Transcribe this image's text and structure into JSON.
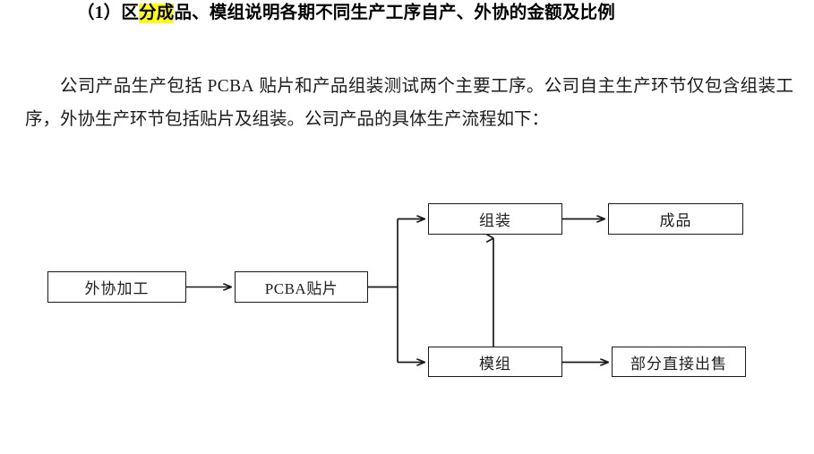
{
  "document": {
    "heading": {
      "prefix": "（1）区",
      "highlight": "分成",
      "suffix": "品、模组说明各期不同生产工序自产、外协的金额及比例",
      "highlight_color": "#ffff00"
    },
    "paragraph": {
      "segment_1": "公司产品生产包括 ",
      "latin_1": "PCBA",
      "segment_2": " 贴片和产品组装测试两个主要工序。公司自主生产环节仅包含组装工序，外协生产环节包括贴片及组装。公司产品的具体生产流程如下："
    }
  },
  "diagram": {
    "type": "flowchart",
    "line_color": "#1a1a1a",
    "nodes": [
      {
        "id": "waixie",
        "label": "外协加工"
      },
      {
        "id": "pcba",
        "label": "PCBA贴片"
      },
      {
        "id": "zuzhuang",
        "label": "组装"
      },
      {
        "id": "chengpin",
        "label": "成品"
      },
      {
        "id": "mozu",
        "label": "模组"
      },
      {
        "id": "chushou",
        "label": "部分直接出售"
      }
    ],
    "edges": [
      {
        "from": "waixie",
        "to": "pcba",
        "style": "arrow-right"
      },
      {
        "from": "pcba",
        "to": "zuzhuang",
        "style": "elbow-up-arrow"
      },
      {
        "from": "pcba",
        "to": "mozu",
        "style": "elbow-down-arrow"
      },
      {
        "from": "zuzhuang",
        "to": "chengpin",
        "style": "arrow-right"
      },
      {
        "from": "mozu",
        "to": "chushou",
        "style": "arrow-right"
      },
      {
        "from": "mozu",
        "to": "zuzhuang",
        "style": "arrow-up"
      }
    ]
  }
}
